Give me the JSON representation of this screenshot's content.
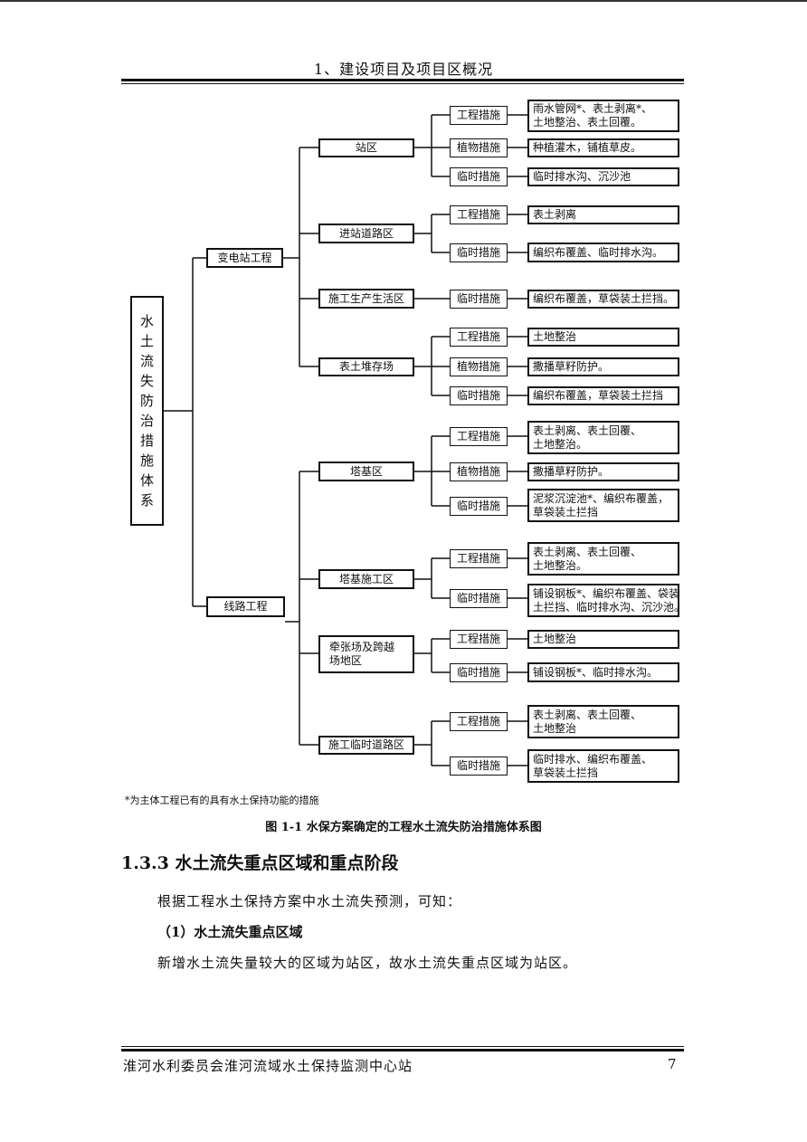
{
  "header": {
    "title": "1、建设项目及项目区概况"
  },
  "diagram": {
    "root": [
      "水",
      "土",
      "流",
      "失",
      "防",
      "治",
      "措",
      "施",
      "体",
      "系"
    ],
    "level1": [
      "变电站工程",
      "线路工程"
    ],
    "level2": [
      "站区",
      "进站道路区",
      "施工生产生活区",
      "表土堆存场",
      "塔基区",
      "塔基施工区",
      [
        "牵张场及跨越",
        "场地区"
      ],
      "施工临时道路区"
    ],
    "measures": [
      "工程措施",
      "植物措施",
      "临时措施",
      "工程措施",
      "临时措施",
      "临时措施",
      "工程措施",
      "植物措施",
      "临时措施",
      "工程措施",
      "植物措施",
      "临时措施",
      "工程措施",
      "临时措施",
      "工程措施",
      "临时措施",
      "工程措施",
      "临时措施"
    ],
    "details": [
      [
        "雨水管网*、表土剥离*、",
        "土地整治、表土回覆。"
      ],
      [
        "种植灌木，铺植草皮。"
      ],
      [
        "临时排水沟、沉沙池"
      ],
      [
        "表土剥离"
      ],
      [
        "编织布覆盖、临时排水沟。"
      ],
      [
        "编织布覆盖，草袋装土拦挡。"
      ],
      [
        "土地整治"
      ],
      [
        "撒播草籽防护。"
      ],
      [
        "编织布覆盖，草袋装土拦挡"
      ],
      [
        "表土剥离、表土回覆、",
        "土地整治。"
      ],
      [
        "撒播草籽防护。"
      ],
      [
        "泥浆沉淀池*、编织布覆盖，",
        "草袋装土拦挡"
      ],
      [
        "表土剥离、表土回覆、",
        "土地整治。"
      ],
      [
        "铺设钢板*、编织布覆盖、袋装",
        "土拦挡、临时排水沟、沉沙池。"
      ],
      [
        "土地整治"
      ],
      [
        "铺设钢板*、临时排水沟。"
      ],
      [
        "表土剥离、表土回覆、",
        "土地整治"
      ],
      [
        "临时排水、编织布覆盖、",
        "草袋装土拦挡"
      ]
    ]
  },
  "note": "*为主体工程已有的具有水土保持功能的措施",
  "caption": "图 1-1  水保方案确定的工程水土流失防治措施体系图",
  "section": {
    "heading": "1.3.3 水土流失重点区域和重点阶段",
    "para1": "根据工程水土保持方案中水土流失预测，可知：",
    "sub1": "（1）水土流失重点区域",
    "para2": "新增水土流失量较大的区域为站区，故水土流失重点区域为站区。"
  },
  "footer": {
    "org": "淮河水利委员会淮河流域水土保持监测中心站",
    "page": "7"
  }
}
